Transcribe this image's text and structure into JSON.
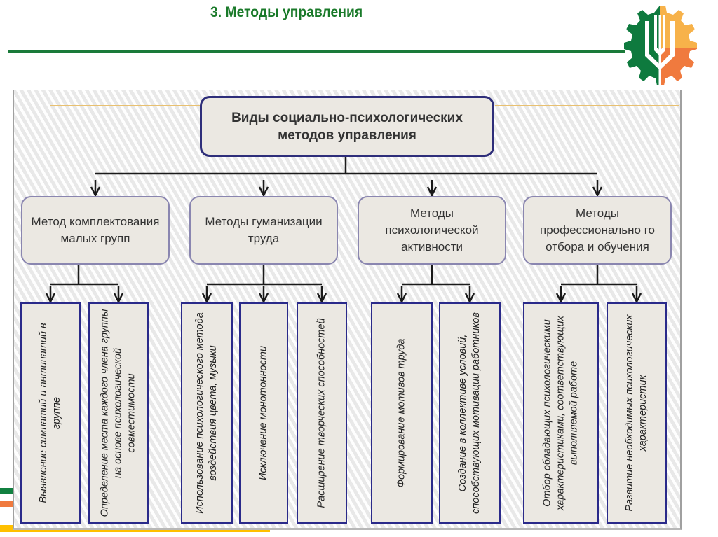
{
  "slide": {
    "title": "3. Методы управления",
    "colors": {
      "title_green": "#1a7a2a",
      "rule_green": "#1a7a3a",
      "logo_green": "#0e7a3e",
      "logo_yellow": "#f7b24a",
      "logo_orange": "#f07a3e",
      "box_border_dark": "#2e2e7a",
      "leaf_border": "#2a2a8a",
      "box_fill": "#ebe8e2"
    },
    "logo_icon": "gear-wheat-logo-icon"
  },
  "diagram": {
    "root": {
      "label": "Виды социально-психологических методов управления"
    },
    "methods": [
      {
        "label": "Метод комплектования малых групп",
        "items": [
          "Выявление симпатий и антипатий в группе",
          "Определение места каждого члена группы на основе психологической совместимости"
        ]
      },
      {
        "label": "Методы гуманизации труда",
        "items": [
          "Использование психологического метода воздействия цвета, музыки",
          "Исключение монотонности",
          "Расширение творческих способностей"
        ]
      },
      {
        "label": "Методы психологической активности",
        "items": [
          "Формирование мотивов труда",
          "Создание в коллективе условий, способствующих мотивации работников"
        ]
      },
      {
        "label": "Методы профессионально го отбора и обучения",
        "items": [
          "Отбор обладающих психологическими характеристиками, соответствующих выполняемой работе",
          "Развитие необходимых психологических характеристик"
        ]
      }
    ]
  }
}
